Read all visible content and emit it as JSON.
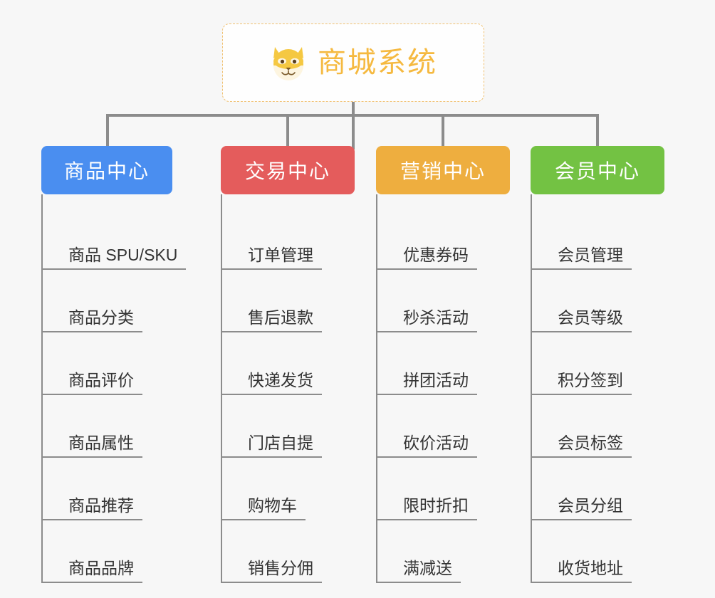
{
  "root": {
    "title": "商城系统",
    "icon": "shiba-dog-face-icon",
    "title_color": "#f5b940",
    "border_color": "#f0c070"
  },
  "colors": {
    "background": "#f7f7f7",
    "connector": "#8c8c8c",
    "leaf_text": "#333333",
    "category_text": "#ffffff"
  },
  "columns": [
    {
      "label": "商品中心",
      "color": "#4a8ef0",
      "items": [
        "商品 SPU/SKU",
        "商品分类",
        "商品评价",
        "商品属性",
        "商品推荐",
        "商品品牌"
      ]
    },
    {
      "label": "交易中心",
      "color": "#e45c5c",
      "items": [
        "订单管理",
        "售后退款",
        "快递发货",
        "门店自提",
        "购物车",
        "销售分佣"
      ]
    },
    {
      "label": "营销中心",
      "color": "#eeae3f",
      "items": [
        "优惠券码",
        "秒杀活动",
        "拼团活动",
        "砍价活动",
        "限时折扣",
        "满减送"
      ]
    },
    {
      "label": "会员中心",
      "color": "#73c243",
      "items": [
        "会员管理",
        "会员等级",
        "积分签到",
        "会员标签",
        "会员分组",
        "收货地址"
      ]
    }
  ]
}
